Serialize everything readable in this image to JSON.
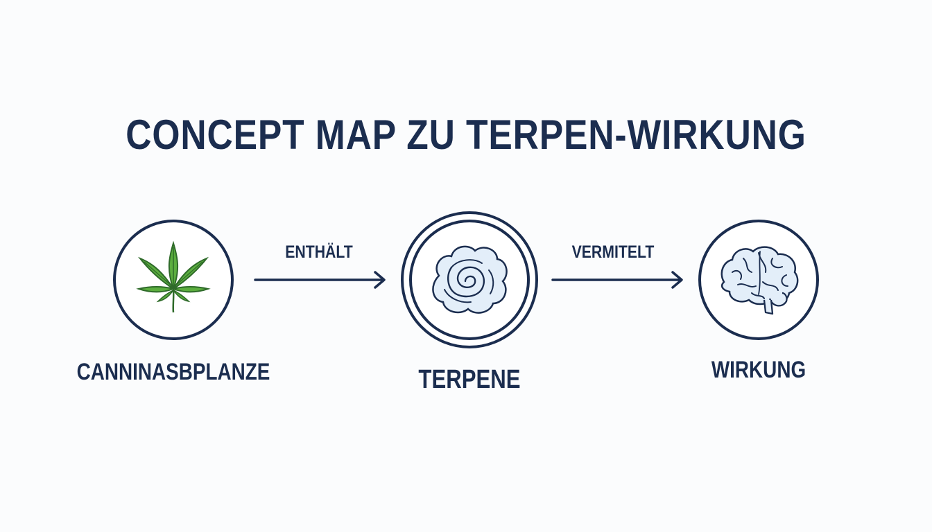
{
  "title": "CONCEPT MAP ZU TERPEN-WIRKUNG",
  "nodes": [
    {
      "id": "plant",
      "label": "CANNINASBPLANZE",
      "icon": "cannabis-leaf-icon"
    },
    {
      "id": "terpene",
      "label": "TERPENE",
      "icon": "terpene-swirl-icon"
    },
    {
      "id": "effect",
      "label": "WIRKUNG",
      "icon": "brain-icon"
    }
  ],
  "edges": [
    {
      "from": "plant",
      "to": "terpene",
      "label": "ENTHÄLT"
    },
    {
      "from": "terpene",
      "to": "effect",
      "label": "VERMITELT"
    }
  ],
  "colors": {
    "primary": "#1b2d4f",
    "leaf": "#5cae3f",
    "leaf_dark": "#2f6b2a",
    "icon_fill": "#e3eef9",
    "icon_stroke": "#1b2d4f",
    "background": "#fbfcfd"
  }
}
